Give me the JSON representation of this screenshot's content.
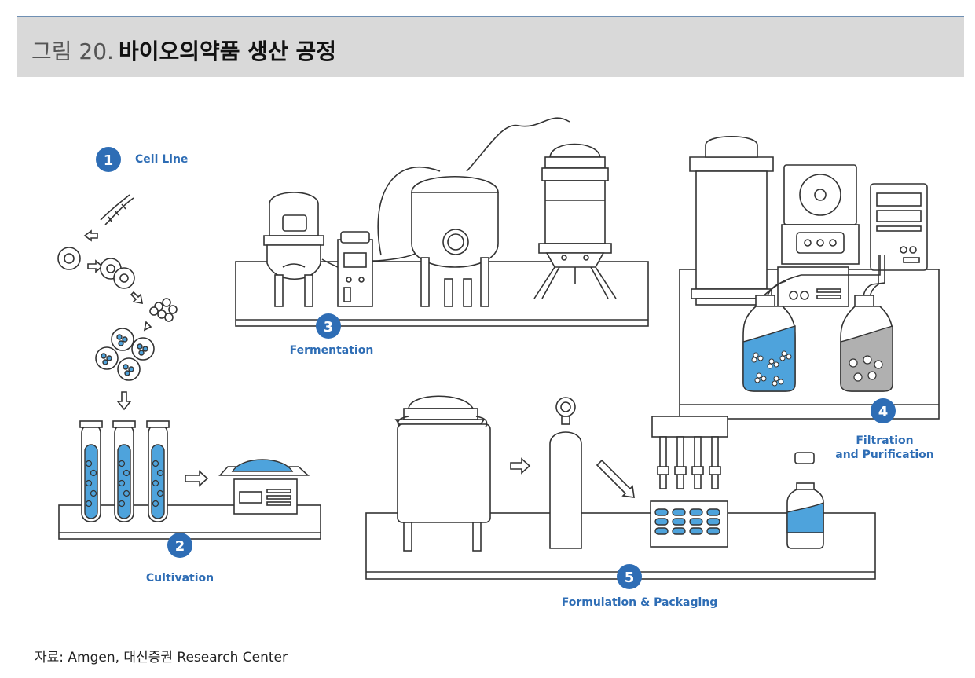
{
  "figure": {
    "number": "그림 20.",
    "title": "바이오의약품 생산 공정"
  },
  "steps": [
    {
      "number": "1",
      "label": "Cell Line"
    },
    {
      "number": "2",
      "label": "Cultivation"
    },
    {
      "number": "3",
      "label": "Fermentation"
    },
    {
      "number": "4",
      "label_line1": "Filtration",
      "label_line2": "and Purification"
    },
    {
      "number": "5",
      "label": "Formulation & Packaging"
    }
  ],
  "source": "자료: Amgen, 대신증권 Research Center",
  "colors": {
    "accent_blue": "#2e6db5",
    "liquid_blue": "#4ea3dc",
    "header_bg": "#d9d9d9",
    "header_rule": "#6f8fb3"
  }
}
